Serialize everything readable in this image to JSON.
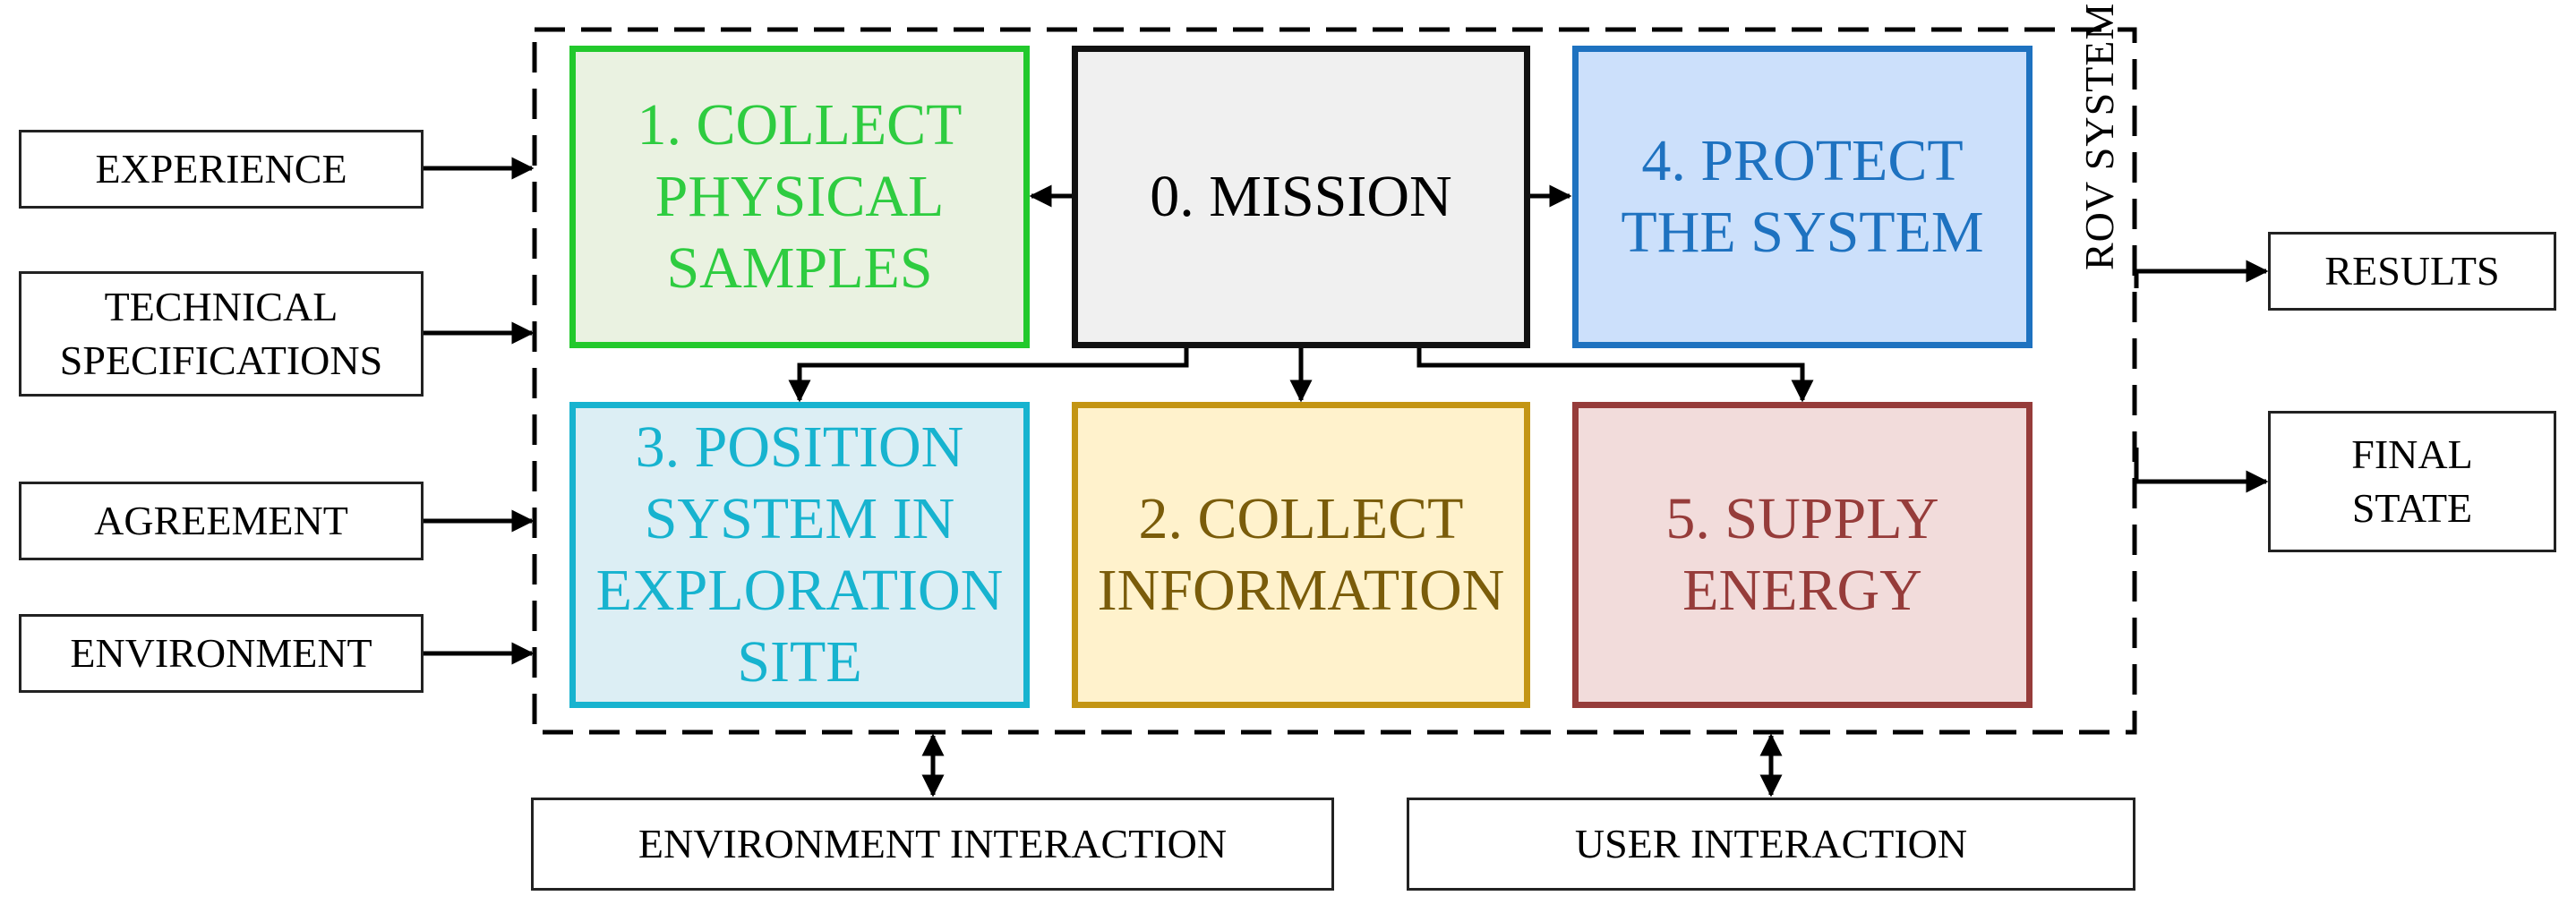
{
  "system_label": "ROV SYSTEM",
  "inputs": [
    {
      "label": "EXPERIENCE"
    },
    {
      "label": "TECHNICAL\nSPECIFICATIONS"
    },
    {
      "label": "AGREEMENT"
    },
    {
      "label": "ENVIRONMENT"
    }
  ],
  "outputs": [
    {
      "label": "RESULTS"
    },
    {
      "label": "FINAL\nSTATE"
    }
  ],
  "interactions": [
    {
      "label": "ENVIRONMENT INTERACTION"
    },
    {
      "label": "USER INTERACTION"
    }
  ],
  "functions": [
    {
      "label": "1. COLLECT\nPHYSICAL\nSAMPLES",
      "text_color": "#2ECC40",
      "border_color": "#22C92C",
      "fill": "#EAF2E1"
    },
    {
      "label": "0. MISSION",
      "text_color": "#000000",
      "border_color": "#111111",
      "fill": "#F0F0F0"
    },
    {
      "label": "4. PROTECT\nTHE SYSTEM",
      "text_color": "#1E72C0",
      "border_color": "#1E72C0",
      "fill": "#CCE0FB"
    },
    {
      "label": "3. POSITION\nSYSTEM IN\nEXPLORATION\nSITE",
      "text_color": "#17B3CF",
      "border_color": "#17B3CF",
      "fill": "#DCEEF4"
    },
    {
      "label": "2. COLLECT\nINFORMATION",
      "text_color": "#7A5C0A",
      "border_color": "#C39514",
      "fill": "#FFF2CC"
    },
    {
      "label": "5. SUPPLY\nENERGY",
      "text_color": "#963C3A",
      "border_color": "#963C3A",
      "fill": "#F2DCDB"
    }
  ]
}
